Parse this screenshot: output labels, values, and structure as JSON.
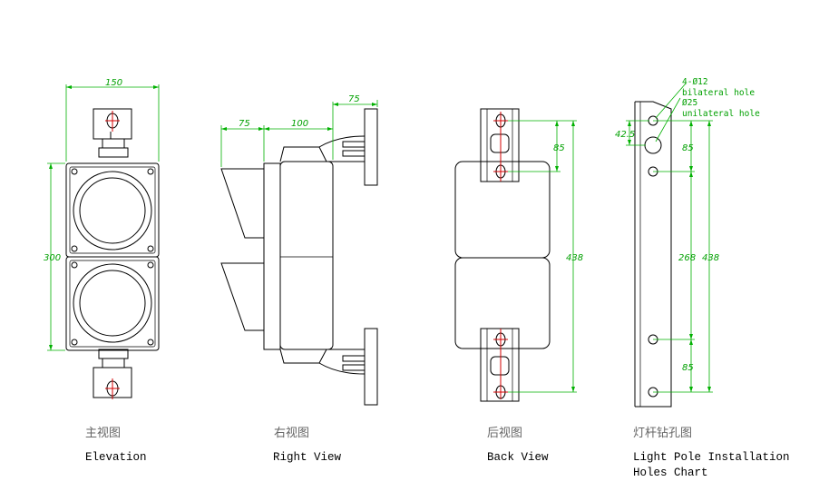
{
  "views": {
    "elevation": {
      "cn": "主视图",
      "en": "Elevation"
    },
    "right": {
      "cn": "右视图",
      "en": "Right View"
    },
    "back": {
      "cn": "后视图",
      "en": "Back View"
    },
    "pole": {
      "cn": "灯杆钻孔图",
      "en_line1": "Light Pole Installation",
      "en_line2": "Holes Chart"
    }
  },
  "dimensions": {
    "elev_width": "150",
    "elev_height": "300",
    "right_bracket_depth": "75",
    "right_hood_depth": "75",
    "right_body_depth": "100",
    "back_hole_spacing": "85",
    "back_total": "438",
    "pole_offset": "42.5",
    "pole_top_spacing": "85",
    "pole_mid_spacing": "268",
    "pole_bottom_spacing": "85",
    "pole_total": "438"
  },
  "annotations": {
    "hole_small": "4-Ø12",
    "hole_small_note": "bilateral hole",
    "hole_large": "Ø25",
    "hole_large_note": "unilateral hole"
  },
  "colors": {
    "dimension": "#00a000",
    "centerline": "#d40000",
    "outline": "#000000"
  }
}
